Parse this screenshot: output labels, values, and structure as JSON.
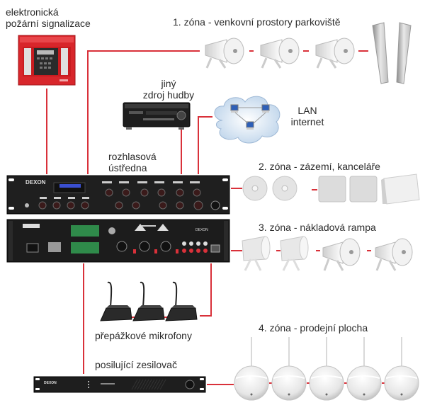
{
  "labels": {
    "fire_alarm": [
      "elektronická",
      "požární signalizace"
    ],
    "zone1": "1. zóna - venkovní prostory parkoviště",
    "other_source": [
      "jiný",
      "zdroj hudby"
    ],
    "lan": [
      "LAN",
      "internet"
    ],
    "central": [
      "rozhlasová",
      "ústředna"
    ],
    "zone2": "2. zóna - zázemí, kanceláře",
    "zone3": "3. zóna - nákladová rampa",
    "microphones": "přepážkové mikrofony",
    "booster": "posilující zesilovač",
    "zone4": "4. zóna - prodejní plocha"
  },
  "devices": {
    "brand": "DEXON",
    "fire_panel": "fire-alarm-panel",
    "receiver": "music-receiver",
    "main_amp_front": "pa-amplifier-front",
    "main_amp_rear": "pa-amplifier-rear",
    "booster_amp": "booster-amplifier"
  },
  "zones": {
    "zone1_speakers": [
      "horn",
      "horn",
      "horn",
      "column"
    ],
    "zone2_speakers": [
      "ceiling-round",
      "ceiling-round",
      "ceiling-square",
      "ceiling-square",
      "wall-box"
    ],
    "zone3_speakers": [
      "projector",
      "projector",
      "horn",
      "horn"
    ],
    "zone4_speakers": [
      "pendant",
      "pendant",
      "pendant",
      "pendant",
      "pendant"
    ],
    "microphone_count": 3
  },
  "colors": {
    "wire": "#d9313a",
    "fire_panel": "#d8262b",
    "rack": "#222222",
    "cloud": "#d6e6f5"
  }
}
